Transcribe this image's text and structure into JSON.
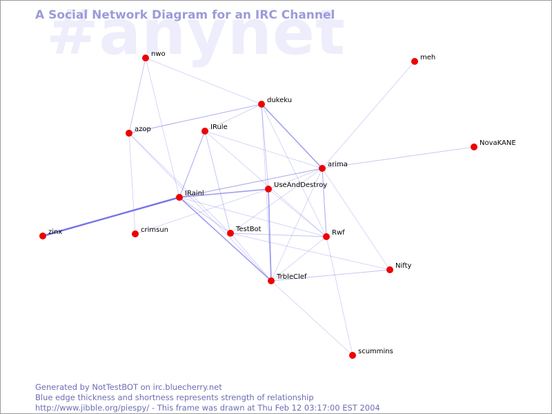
{
  "watermark": "#anynet",
  "title": "A Social Network Diagram for an IRC Channel",
  "footer": {
    "line1": "Generated by NotTestBOT on irc.bluecherry.net",
    "line2": "Blue edge thickness and shortness represents strength of relationship",
    "line3": "http://www.jibble.org/piespy/ - This frame was drawn at Thu Feb 12 03:17:00 EST 2004"
  },
  "colors": {
    "node": "#ee0000",
    "edge": "#6a6ae8",
    "title": "#9b9bd8",
    "footer": "#6c6cb4",
    "watermark": "#ededfb"
  },
  "nodes": [
    {
      "id": "nwo",
      "label": "nwo"
    },
    {
      "id": "meh",
      "label": "meh"
    },
    {
      "id": "dukeku",
      "label": "dukeku"
    },
    {
      "id": "azop",
      "label": "azop"
    },
    {
      "id": "IRule",
      "label": "IRule"
    },
    {
      "id": "NovaKANE",
      "label": "NovaKANE"
    },
    {
      "id": "arima",
      "label": "arima"
    },
    {
      "id": "IRainl",
      "label": "IRainl"
    },
    {
      "id": "UseAndDestroy",
      "label": "UseAndDestroy"
    },
    {
      "id": "zinx",
      "label": "zinx"
    },
    {
      "id": "crimsun",
      "label": "crimsun"
    },
    {
      "id": "TestBot",
      "label": "TestBot"
    },
    {
      "id": "Rwf",
      "label": "Rwf"
    },
    {
      "id": "Nifty",
      "label": "Nifty"
    },
    {
      "id": "TrbleClef",
      "label": "TrbleClef"
    },
    {
      "id": "scummins",
      "label": "scummins"
    }
  ],
  "edges": [
    {
      "source": "zinx",
      "target": "IRainl",
      "strength": 3
    },
    {
      "source": "IRainl",
      "target": "TrbleClef",
      "strength": 2
    },
    {
      "source": "IRainl",
      "target": "UseAndDestroy",
      "strength": 2
    },
    {
      "source": "IRainl",
      "target": "arima",
      "strength": 1.5
    },
    {
      "source": "IRainl",
      "target": "IRule",
      "strength": 1.5
    },
    {
      "source": "IRainl",
      "target": "TestBot",
      "strength": 1.2
    },
    {
      "source": "IRainl",
      "target": "Rwf",
      "strength": 1
    },
    {
      "source": "IRainl",
      "target": "nwo",
      "strength": 1
    },
    {
      "source": "dukeku",
      "target": "arima",
      "strength": 2
    },
    {
      "source": "dukeku",
      "target": "azop",
      "strength": 1.5
    },
    {
      "source": "dukeku",
      "target": "UseAndDestroy",
      "strength": 1.2
    },
    {
      "source": "dukeku",
      "target": "nwo",
      "strength": 1
    },
    {
      "source": "dukeku",
      "target": "Rwf",
      "strength": 1
    },
    {
      "source": "dukeku",
      "target": "IRule",
      "strength": 1
    },
    {
      "source": "dukeku",
      "target": "TrbleClef",
      "strength": 1
    },
    {
      "source": "UseAndDestroy",
      "target": "TrbleClef",
      "strength": 2
    },
    {
      "source": "UseAndDestroy",
      "target": "arima",
      "strength": 1
    },
    {
      "source": "UseAndDestroy",
      "target": "Rwf",
      "strength": 1
    },
    {
      "source": "UseAndDestroy",
      "target": "crimsun",
      "strength": 1
    },
    {
      "source": "arima",
      "target": "Rwf",
      "strength": 1.5
    },
    {
      "source": "arima",
      "target": "NovaKANE",
      "strength": 1.2
    },
    {
      "source": "arima",
      "target": "meh",
      "strength": 1
    },
    {
      "source": "arima",
      "target": "TrbleClef",
      "strength": 1
    },
    {
      "source": "arima",
      "target": "IRule",
      "strength": 1
    },
    {
      "source": "arima",
      "target": "Nifty",
      "strength": 1
    },
    {
      "source": "arima",
      "target": "TestBot",
      "strength": 1
    },
    {
      "source": "TestBot",
      "target": "Rwf",
      "strength": 1.2
    },
    {
      "source": "TestBot",
      "target": "IRule",
      "strength": 1.2
    },
    {
      "source": "TestBot",
      "target": "TrbleClef",
      "strength": 1
    },
    {
      "source": "TestBot",
      "target": "Nifty",
      "strength": 1
    },
    {
      "source": "TestBot",
      "target": "azop",
      "strength": 1
    },
    {
      "source": "TrbleClef",
      "target": "Nifty",
      "strength": 1.2
    },
    {
      "source": "TrbleClef",
      "target": "Rwf",
      "strength": 1
    },
    {
      "source": "TrbleClef",
      "target": "scummins",
      "strength": 1
    },
    {
      "source": "TrbleClef",
      "target": "azop",
      "strength": 1
    },
    {
      "source": "Rwf",
      "target": "scummins",
      "strength": 1
    },
    {
      "source": "Rwf",
      "target": "IRule",
      "strength": 1
    },
    {
      "source": "azop",
      "target": "nwo",
      "strength": 1.2
    },
    {
      "source": "azop",
      "target": "crimsun",
      "strength": 1
    }
  ]
}
